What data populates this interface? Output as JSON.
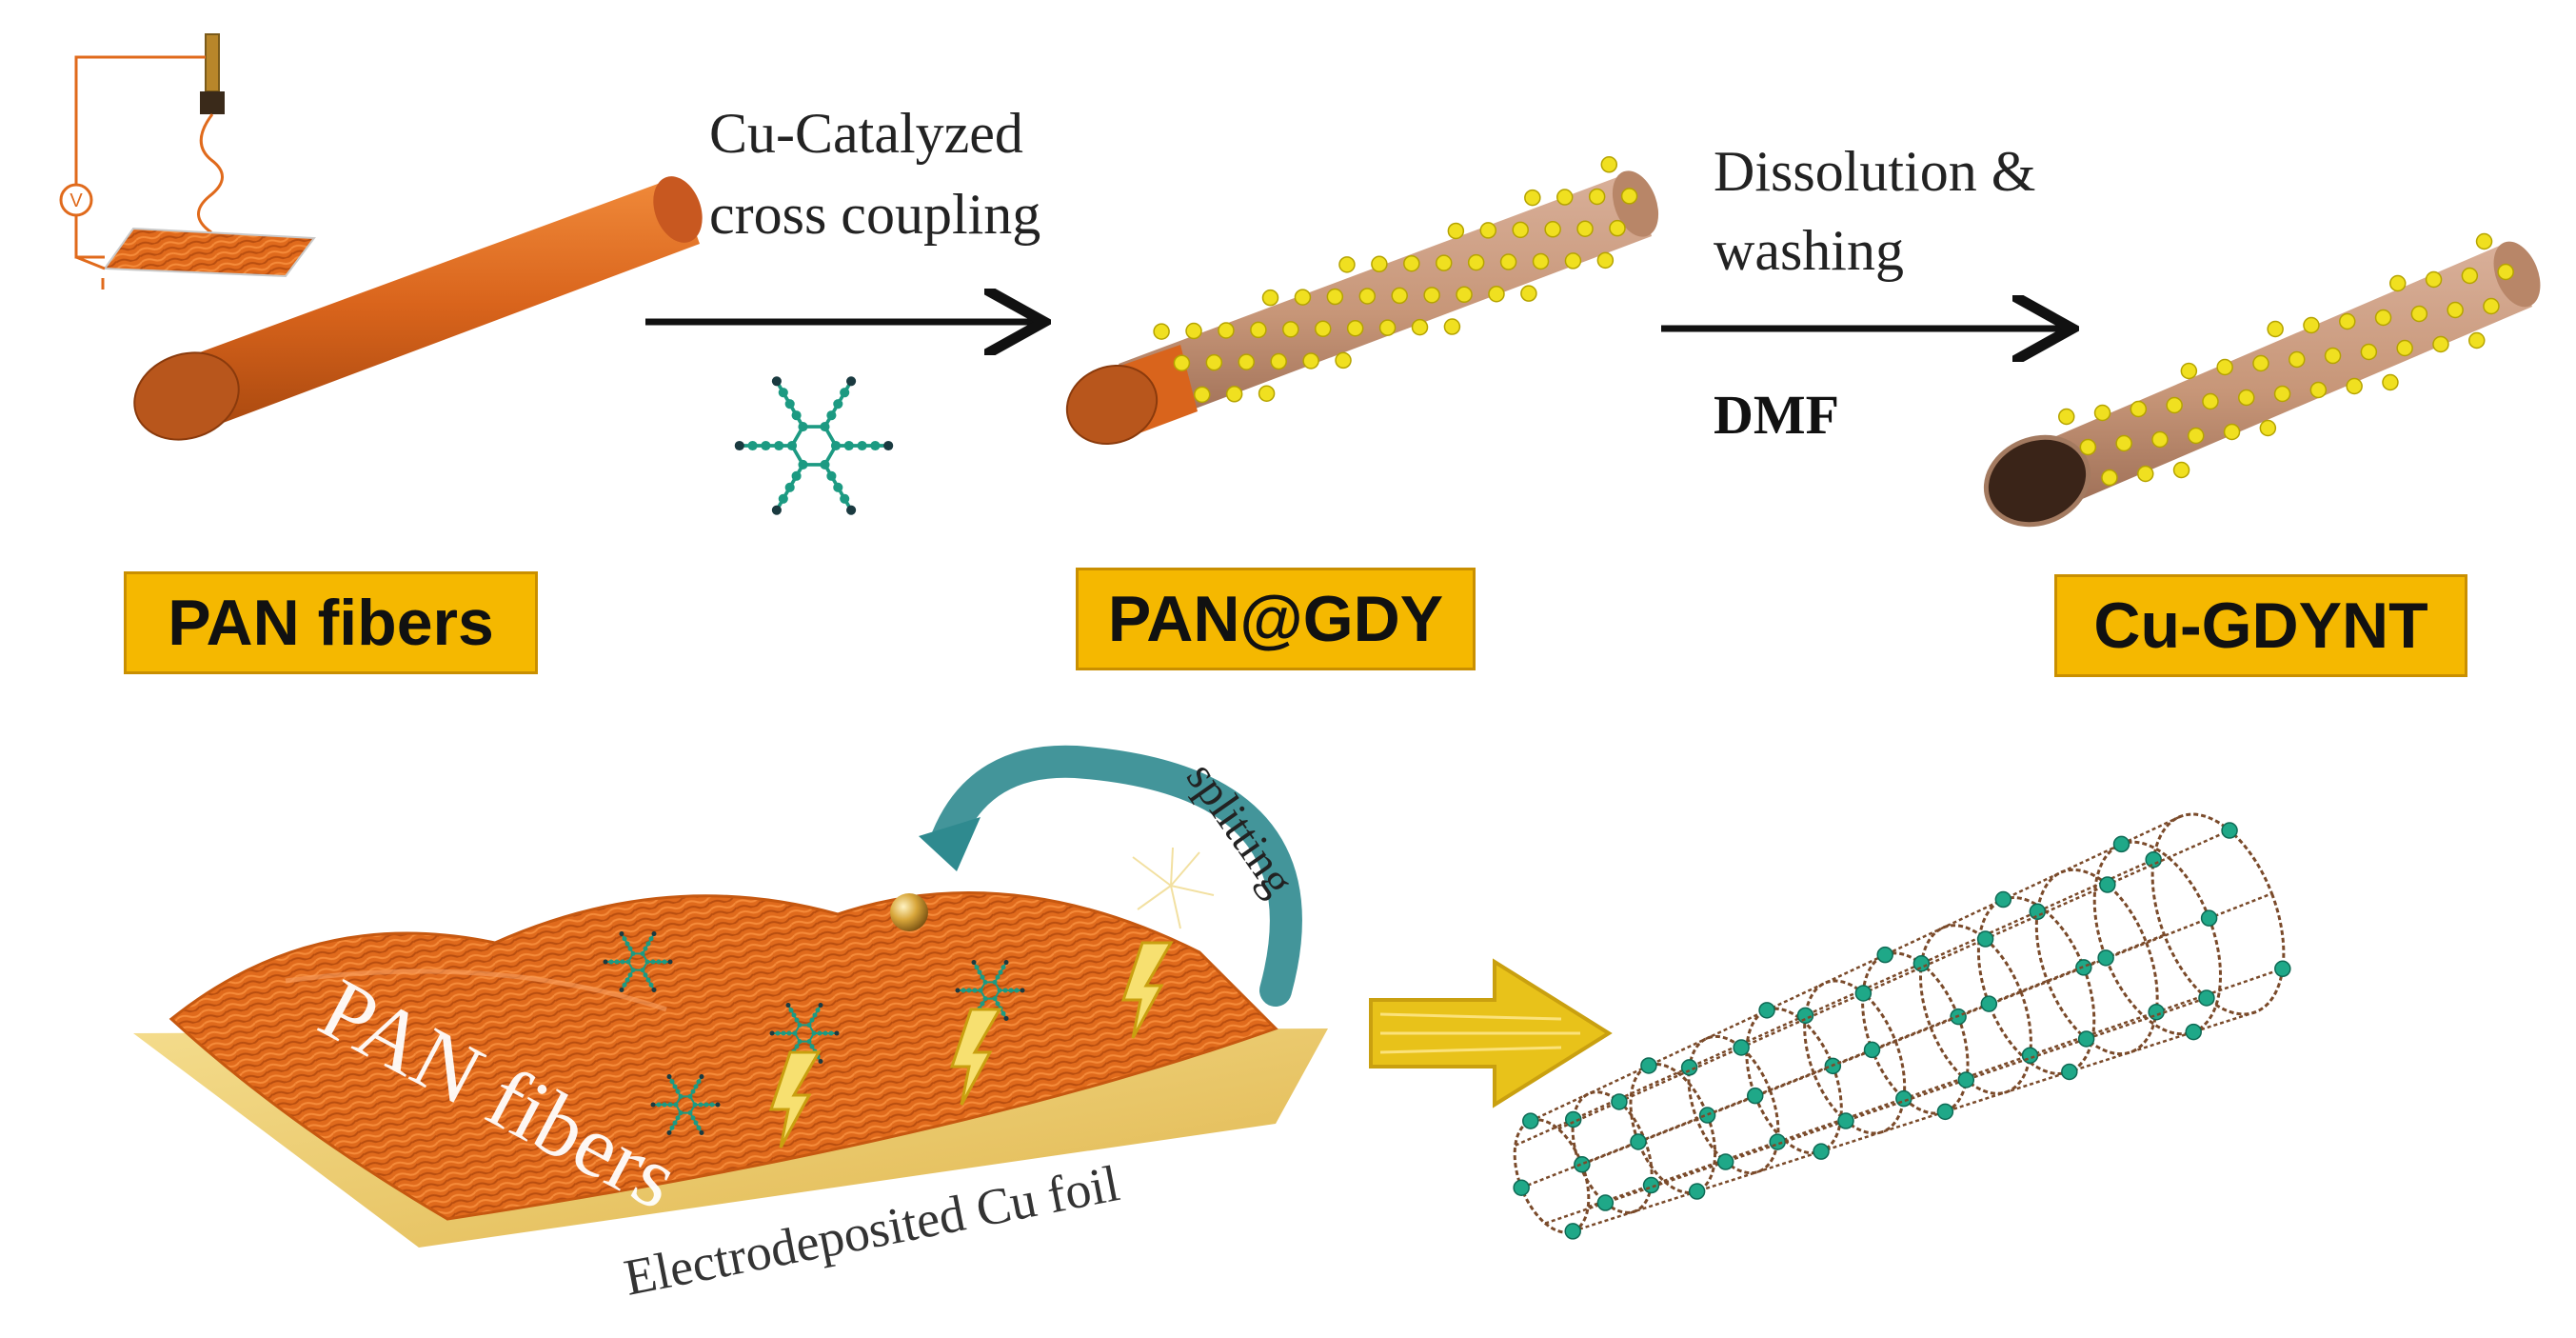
{
  "top_row": {
    "stages": [
      {
        "label": "PAN fibers"
      },
      {
        "label": "PAN@GDY"
      },
      {
        "label": "Cu-GDYNT"
      }
    ],
    "step1": {
      "line1": "Cu-Catalyzed",
      "line2": "cross coupling"
    },
    "step2": {
      "line1": "Dissolution &",
      "line2": "washing",
      "solvent": "DMF"
    }
  },
  "bottom_row": {
    "fiber_label": "PAN fibers",
    "foil_label": "Electrodeposited Cu foil",
    "arc_label": "splitting"
  },
  "colors": {
    "pan_orange": "#d9641c",
    "gdy_tube": "#c79678",
    "dots": "#f0e020",
    "label_box": "#f5b800",
    "molecule": "#1c9a82",
    "mesh_node": "#1fa888",
    "mesh_bond": "#7a4a2a",
    "arrow_yellow": "#e8c21a",
    "arc_teal": "#2f8a8f"
  },
  "icons": [
    "voltage-source-icon",
    "electrospinning-needle-icon",
    "gdy-monomer-molecule",
    "gold-sphere-icon",
    "lightning-arrow-icon"
  ]
}
